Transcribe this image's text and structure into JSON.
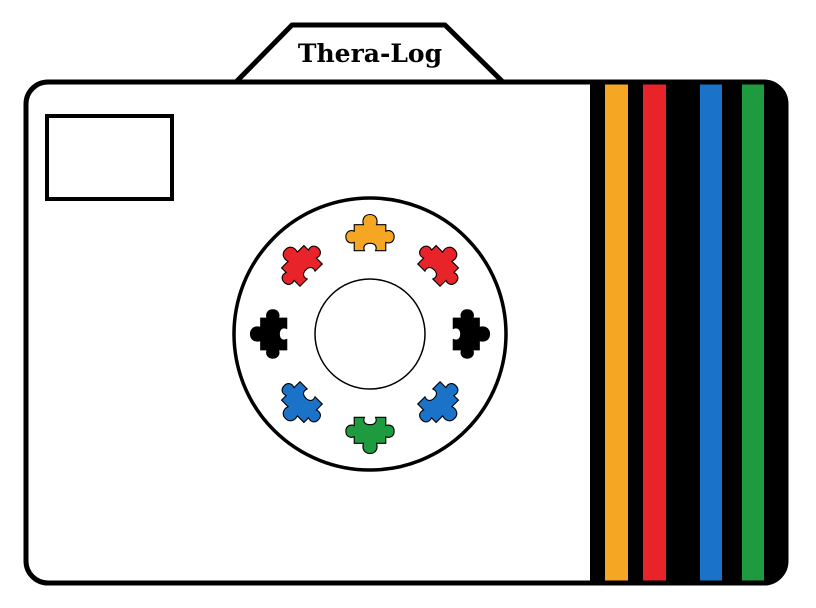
{
  "camera": {
    "title": "Thera-Log",
    "colors": {
      "body": "#ffffff",
      "outline": "#000000",
      "orange": "#f5a623",
      "red": "#e8242a",
      "black": "#000000",
      "blue": "#1a73c8",
      "green": "#1e9a3f"
    },
    "stripes": [
      "orange",
      "red",
      "blue",
      "green"
    ],
    "lens_pieces": [
      {
        "name": "puzzle-piece-top",
        "color": "orange"
      },
      {
        "name": "puzzle-piece-top-right",
        "color": "red"
      },
      {
        "name": "puzzle-piece-right",
        "color": "black"
      },
      {
        "name": "puzzle-piece-bottom-right",
        "color": "blue"
      },
      {
        "name": "puzzle-piece-bottom",
        "color": "green"
      },
      {
        "name": "puzzle-piece-bottom-left",
        "color": "blue"
      },
      {
        "name": "puzzle-piece-left",
        "color": "black"
      },
      {
        "name": "puzzle-piece-top-left",
        "color": "red"
      }
    ]
  }
}
